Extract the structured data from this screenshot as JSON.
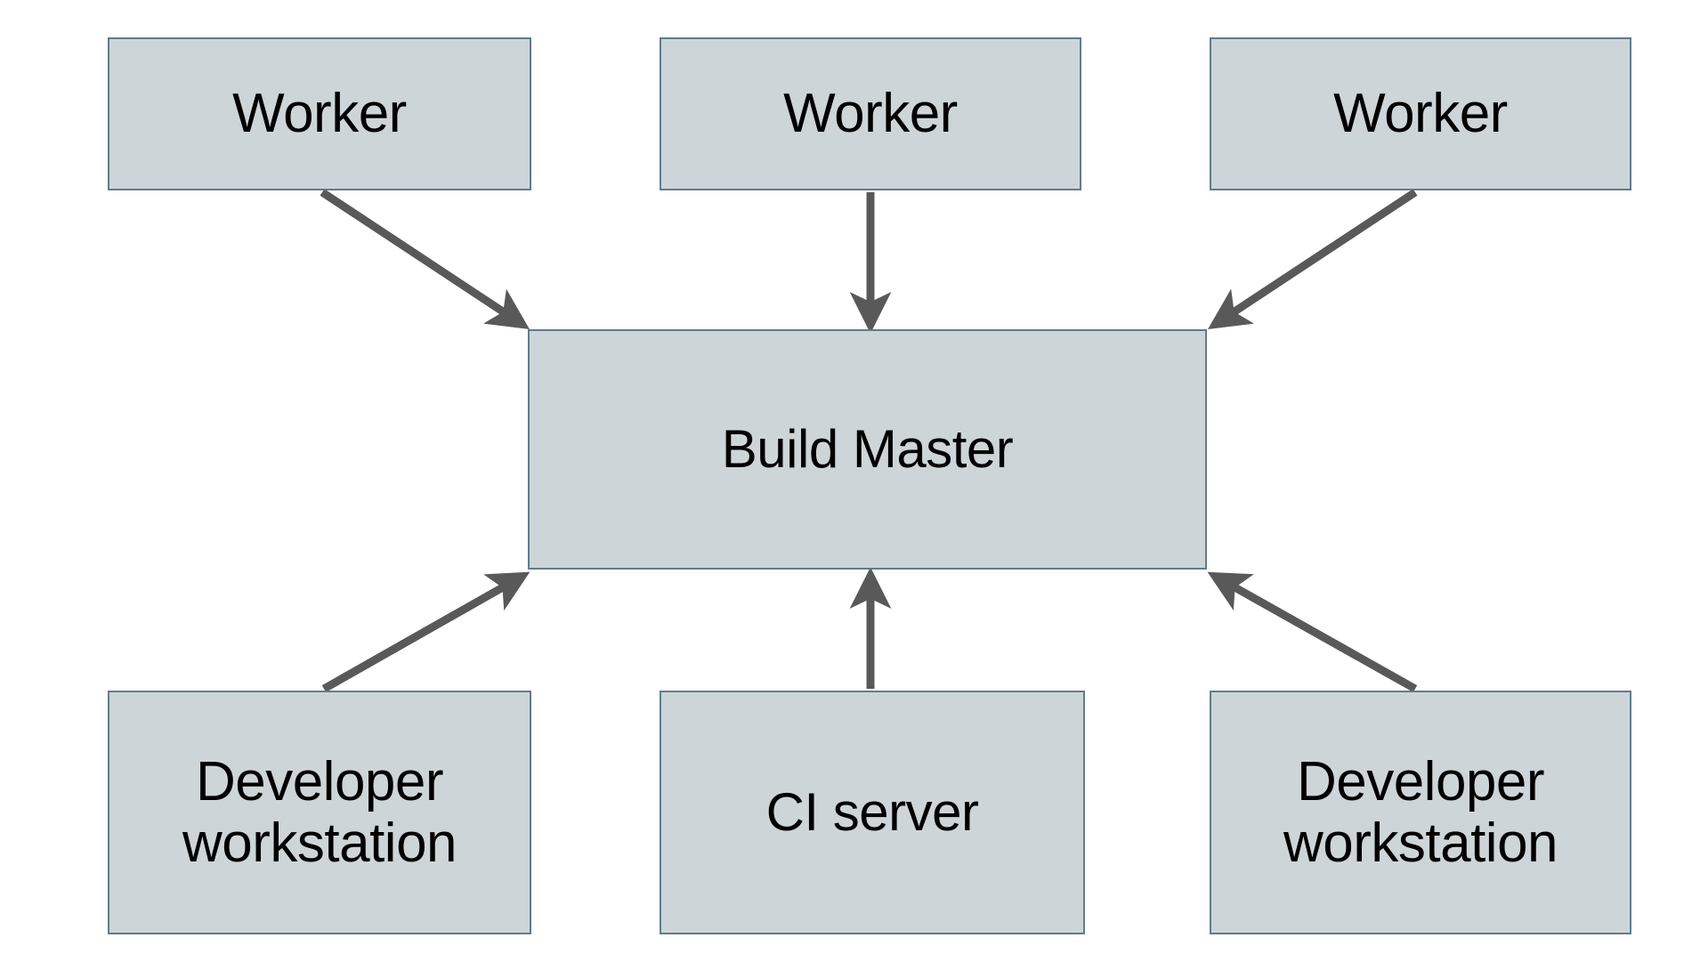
{
  "diagram": {
    "type": "block-architecture-diagram",
    "background_color": "#ffffff",
    "node_fill_color": "#ced5d8",
    "node_border_color": "#5f7d8c",
    "edge_color": "#595959",
    "label_color": "#000000",
    "nodes": [
      {
        "id": "worker-1",
        "label": "Worker",
        "row": "top",
        "column": "left"
      },
      {
        "id": "worker-2",
        "label": "Worker",
        "row": "top",
        "column": "center"
      },
      {
        "id": "worker-3",
        "label": "Worker",
        "row": "top",
        "column": "right"
      },
      {
        "id": "build-master",
        "label": "Build Master",
        "row": "middle",
        "column": "center"
      },
      {
        "id": "dev-workstation-left",
        "label": "Developer\nworkstation",
        "row": "bottom",
        "column": "left"
      },
      {
        "id": "ci-server",
        "label": "CI server",
        "row": "bottom",
        "column": "center"
      },
      {
        "id": "dev-workstation-right",
        "label": "Developer\nworkstation",
        "row": "bottom",
        "column": "right"
      }
    ],
    "edges": [
      {
        "id": "edge-worker-1-to-build-master",
        "from": "worker-1",
        "to": "build-master",
        "direction": "down-right",
        "arrowhead": "to"
      },
      {
        "id": "edge-worker-2-to-build-master",
        "from": "worker-2",
        "to": "build-master",
        "direction": "down",
        "arrowhead": "to"
      },
      {
        "id": "edge-worker-3-to-build-master",
        "from": "worker-3",
        "to": "build-master",
        "direction": "down-left",
        "arrowhead": "to"
      },
      {
        "id": "edge-dev-workstation-left-to-build-master",
        "from": "dev-workstation-left",
        "to": "build-master",
        "direction": "up-right",
        "arrowhead": "to"
      },
      {
        "id": "edge-ci-server-to-build-master",
        "from": "ci-server",
        "to": "build-master",
        "direction": "up",
        "arrowhead": "to"
      },
      {
        "id": "edge-dev-workstation-right-to-build-master",
        "from": "dev-workstation-right",
        "to": "build-master",
        "direction": "up-left",
        "arrowhead": "to"
      }
    ]
  }
}
